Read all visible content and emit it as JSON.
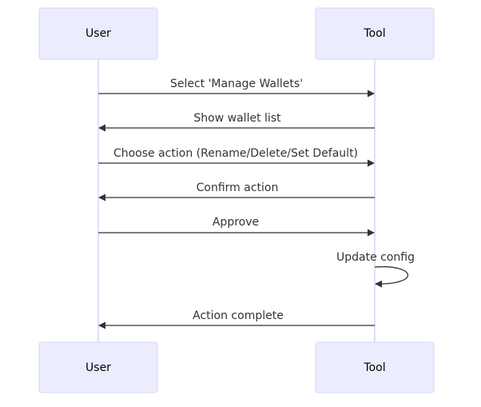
{
  "actors": {
    "user": {
      "label": "User"
    },
    "tool": {
      "label": "Tool"
    }
  },
  "messages": [
    {
      "from": "user",
      "to": "tool",
      "label": "Select 'Manage Wallets'"
    },
    {
      "from": "tool",
      "to": "user",
      "label": "Show wallet list"
    },
    {
      "from": "user",
      "to": "tool",
      "label": "Choose action (Rename/Delete/Set Default)"
    },
    {
      "from": "tool",
      "to": "user",
      "label": "Confirm action"
    },
    {
      "from": "user",
      "to": "tool",
      "label": "Approve"
    },
    {
      "from": "tool",
      "to": "tool",
      "label": "Update config"
    },
    {
      "from": "tool",
      "to": "user",
      "label": "Action complete"
    }
  ],
  "colors": {
    "actor_fill": "#ECECFF",
    "actor_border": "#D6D6F5",
    "lifeline": "#D6D6F5",
    "arrow": "#333333"
  }
}
